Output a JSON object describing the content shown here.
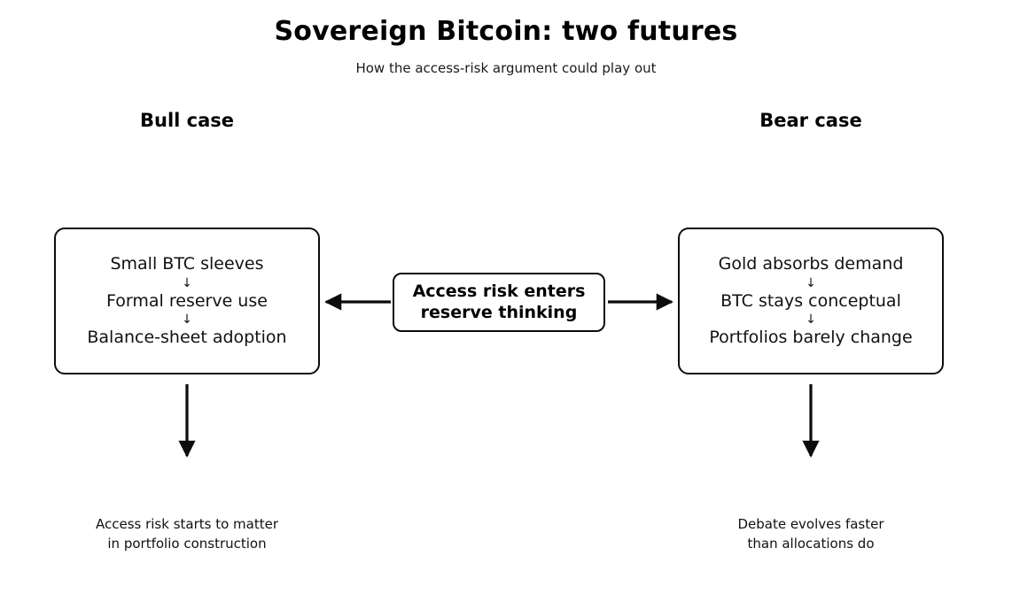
{
  "header": {
    "title": "Sovereign Bitcoin: two futures",
    "subtitle": "How the access-risk argument could play out"
  },
  "columns": {
    "bull_heading": "Bull case",
    "bear_heading": "Bear case"
  },
  "center_node": {
    "line1": "Access risk enters",
    "line2": "reserve thinking"
  },
  "bull_node": {
    "step1": "Small BTC sleeves",
    "arrow1": "↓",
    "step2": "Formal reserve use",
    "arrow2": "↓",
    "step3": "Balance-sheet adoption"
  },
  "bear_node": {
    "step1": "Gold absorbs demand",
    "arrow1": "↓",
    "step2": "BTC stays conceptual",
    "arrow2": "↓",
    "step3": "Portfolios barely change"
  },
  "outcomes": {
    "bull_line1": "Access risk starts to matter",
    "bull_line2": "in portfolio construction",
    "bear_line1": "Debate evolves faster",
    "bear_line2": "than allocations do"
  },
  "style": {
    "background": "#ffffff",
    "stroke": "#0c0c0c",
    "text": "#111111"
  }
}
